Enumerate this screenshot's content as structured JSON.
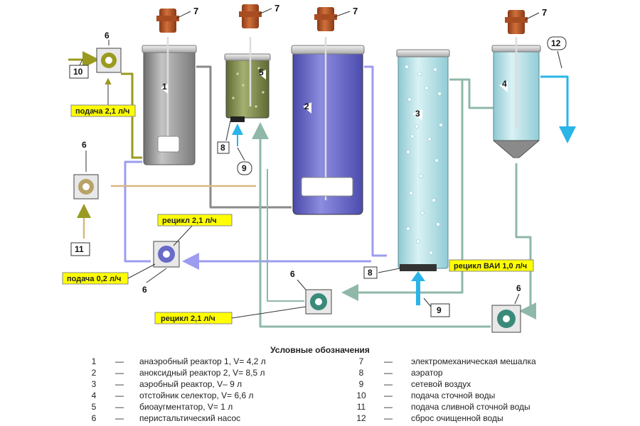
{
  "components": {
    "reactor1": "1",
    "reactor2": "2",
    "reactor3": "3",
    "settler": "4",
    "bioaugmentator": "5",
    "pump": "6",
    "mixer": "7",
    "aerator": "8",
    "air": "9",
    "wastewater_inlet": "10",
    "drain_inlet": "11",
    "outlet": "12"
  },
  "flows": {
    "feed_main": "подача  2,1 л/ч",
    "feed_secondary": "подача  0,2 л/ч",
    "recycle_upper": "рецикл  2,1 л/ч",
    "recycle_lower": "рецикл  2,1 л/ч",
    "recycle_vai": "рецикл  ВАИ  1,0 л/ч"
  },
  "legend": {
    "title": "Условные обозначения",
    "dash": "—",
    "left": [
      {
        "num": "1",
        "text": "анаэробный реактор 1, V= 4,2  л"
      },
      {
        "num": "2",
        "text": "аноксидный реактор 2, V= 8,5 л"
      },
      {
        "num": "3",
        "text": "аэробный реактор, V– 9 л"
      },
      {
        "num": "4",
        "text": "отстойник селектор, V= 6,6 л"
      },
      {
        "num": "5",
        "text": "биоаугментатор, V= 1 л"
      },
      {
        "num": "6",
        "text": "перистальтический насос"
      }
    ],
    "right": [
      {
        "num": "7",
        "text": "электромеханическая мешалка"
      },
      {
        "num": "8",
        "text": "аэратор"
      },
      {
        "num": "9",
        "text": "сетевой воздух"
      },
      {
        "num": "10",
        "text": "подача сточной воды"
      },
      {
        "num": "11",
        "text": "подача сливной сточной воды"
      },
      {
        "num": "12",
        "text": "сброс очищенной воды"
      }
    ]
  },
  "colors": {
    "reactor1": "#9a9a9a",
    "reactor2": "#6a6ac8",
    "reactor3": "#bfe6ec",
    "settler": "#c9e8ec",
    "bioaugmentator": "#8c9a5a",
    "motor": "#b5562a",
    "flow_olive": "#9a9a20",
    "flow_lavender": "#9c9cf0",
    "flow_green": "#8fb8a8",
    "flow_tan": "#d8b880",
    "flow_blue": "#2ab4e8",
    "label_bg": "#ffff00"
  }
}
